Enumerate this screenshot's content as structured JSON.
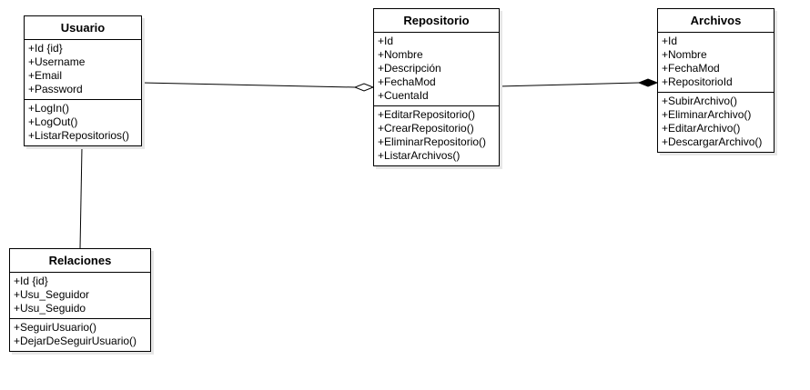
{
  "classes": {
    "usuario": {
      "name": "Usuario",
      "attributes": [
        "+Id {id}",
        "+Username",
        "+Email",
        "+Password"
      ],
      "methods": [
        "+LogIn()",
        "+LogOut()",
        "+ListarRepositorios()"
      ]
    },
    "repositorio": {
      "name": "Repositorio",
      "attributes": [
        "+Id",
        "+Nombre",
        "+Descripción",
        "+FechaMod",
        "+CuentaId"
      ],
      "methods": [
        "+EditarRepositorio()",
        "+CrearRepositorio()",
        "+EliminarRepositorio()",
        "+ListarArchivos()"
      ]
    },
    "archivos": {
      "name": "Archivos",
      "attributes": [
        "+Id",
        "+Nombre",
        "+FechaMod",
        "+RepositorioId"
      ],
      "methods": [
        "+SubirArchivo()",
        "+EliminarArchivo()",
        "+EditarArchivo()",
        "+DescargarArchivo()"
      ]
    },
    "relaciones": {
      "name": "Relaciones",
      "attributes": [
        "+Id {id}",
        "+Usu_Seguidor",
        "+Usu_Seguido"
      ],
      "methods": [
        "+SeguirUsuario()",
        "+DejarDeSeguirUsuario()"
      ]
    }
  },
  "relationships": [
    {
      "from": "Usuario",
      "to": "Repositorio",
      "type": "aggregation"
    },
    {
      "from": "Repositorio",
      "to": "Archivos",
      "type": "composition"
    },
    {
      "from": "Usuario",
      "to": "Relaciones",
      "type": "association"
    }
  ]
}
